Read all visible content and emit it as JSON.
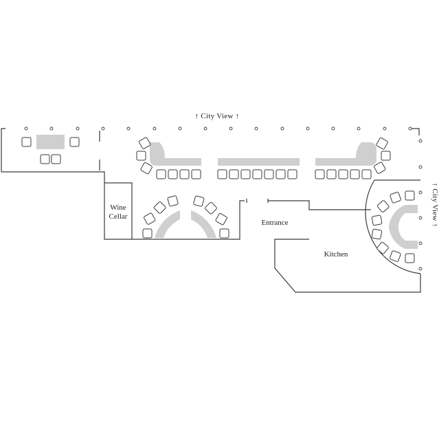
{
  "labels": {
    "city_view_top": "↑ City View ↑",
    "city_view_right": "↑ City View ↑",
    "wine_cellar_line1": "Wine",
    "wine_cellar_line2": "Cellar",
    "entrance": "Entrance",
    "kitchen": "Kitchen"
  },
  "colors": {
    "wall": "#3a3a3a",
    "table": "#cfcfcf",
    "chair_fill": "#ffffff",
    "text": "#222222"
  }
}
